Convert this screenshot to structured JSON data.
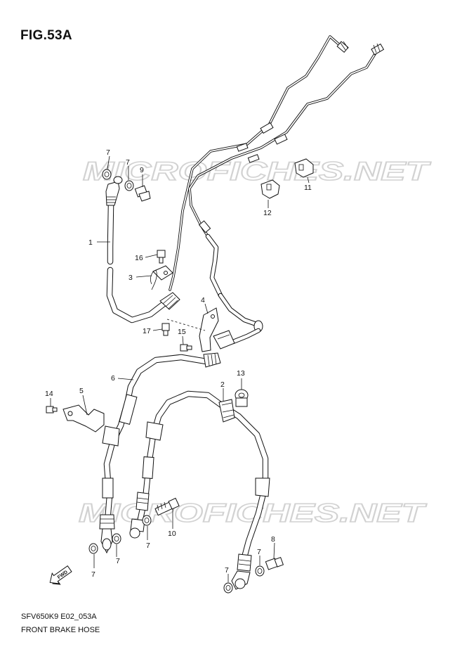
{
  "figure": {
    "title": "FIG.53A",
    "model_code": "SFV650K9 E02_053A",
    "name": "FRONT BRAKE HOSE"
  },
  "watermark": {
    "text": "MICROFICHES.NET",
    "color": "#dcdcdc"
  },
  "direction_marker": {
    "label": "FWD"
  },
  "callouts": {
    "c1": "1",
    "c2": "2",
    "c3": "3",
    "c4": "4",
    "c5": "5",
    "c6": "6",
    "c7a": "7",
    "c7b": "7",
    "c7c": "7",
    "c7d": "7",
    "c7e": "7",
    "c7f": "7",
    "c7g": "7",
    "c8": "8",
    "c9": "9",
    "c10": "10",
    "c11": "11",
    "c12": "12",
    "c13": "13",
    "c14": "14",
    "c15": "15",
    "c16": "16",
    "c17": "17"
  }
}
